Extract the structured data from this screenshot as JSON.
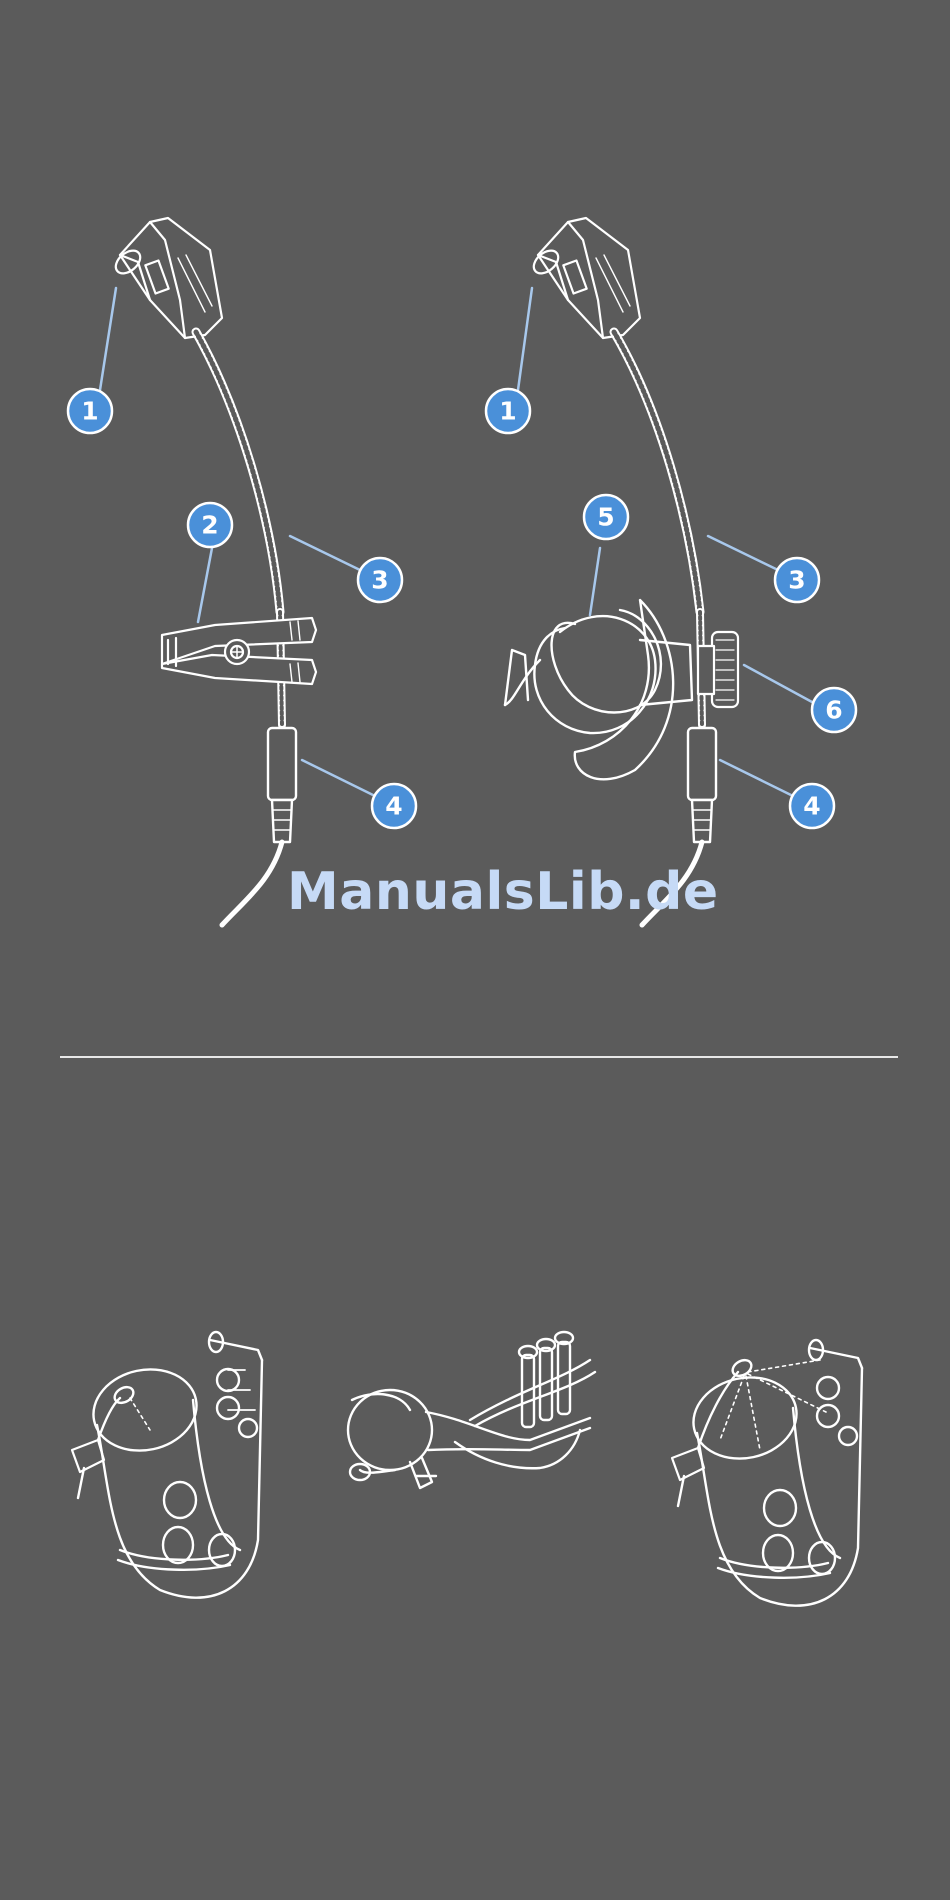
{
  "colors": {
    "background": "#5b5b5b",
    "line_art": "#ffffff",
    "callout_fill": "#4a90d9",
    "callout_text": "#ffffff",
    "watermark": "#c6daf6"
  },
  "figure_top": {
    "left_mic": {
      "callouts": [
        "1",
        "2",
        "3",
        "4"
      ]
    },
    "right_mic": {
      "callouts": [
        "1",
        "5",
        "3",
        "6",
        "4"
      ]
    }
  },
  "watermark": "ManualsLib.de",
  "figure_bottom": {
    "instruments": [
      "saxophone-icon",
      "trumpet-icon",
      "saxophone-icon"
    ]
  }
}
